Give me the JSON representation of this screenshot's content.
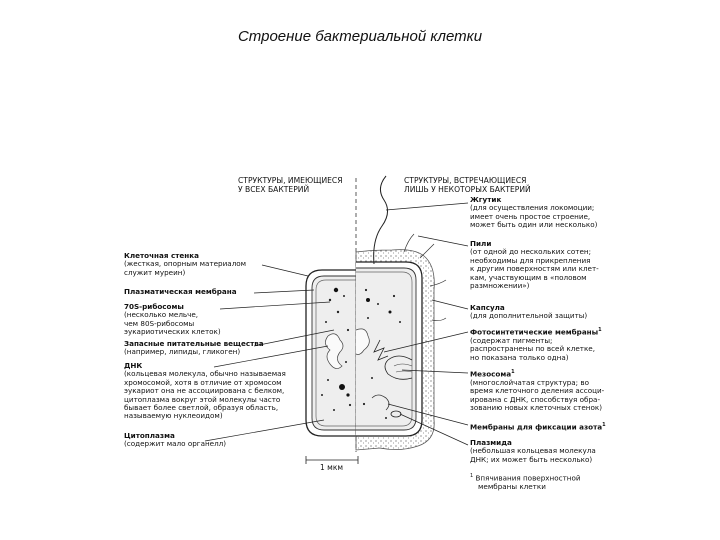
{
  "title": "Строение бактериальной клетки",
  "headers": {
    "left": [
      "СТРУКТУРЫ, ИМЕЮЩИЕСЯ",
      "У ВСЕХ БАКТЕРИЙ"
    ],
    "right": [
      "СТРУКТУРЫ, ВСТРЕЧАЮЩИЕСЯ",
      "ЛИШЬ У НЕКОТОРЫХ БАКТЕРИЙ"
    ]
  },
  "left_labels": [
    {
      "name": "Клеточная стенка",
      "desc": [
        "(жесткая, опорным материалом",
        "служит муреин)"
      ]
    },
    {
      "name": "Плазматическая мембрана",
      "desc": []
    },
    {
      "name": "70S-рибосомы",
      "desc": [
        "(несколько мельче,",
        "чем 80S-рибосомы",
        "эукариотических клеток)"
      ]
    },
    {
      "name": "Запасные питательные вещества",
      "desc": [
        "(например, липиды, гликоген)"
      ]
    },
    {
      "name": "ДНК",
      "desc": [
        "(кольцевая молекула, обычно называемая",
        "хромосомой, хотя в отличие от хромосом",
        "эукариот она не ассоциирована с белком,",
        "цитоплазма вокруг этой молекулы часто",
        "бывает более светлой, образуя область,",
        "называемую нуклеоидом)"
      ]
    },
    {
      "name": "Цитоплазма",
      "desc": [
        "(содержит мало органелл)"
      ]
    }
  ],
  "right_labels": [
    {
      "name": "Жгутик",
      "desc": [
        "(для осуществления локомоции;",
        "имеет очень простое строение,",
        "может быть один или несколько)"
      ]
    },
    {
      "name": "Пили",
      "desc": [
        "(от одной до нескольких сотен;",
        "необходимы для прикрепления",
        "к другим поверхностям или клет-",
        "кам, участвующим в «половом",
        "размножении»)"
      ]
    },
    {
      "name": "Капсула",
      "desc": [
        "(для дополнительной защиты)"
      ]
    },
    {
      "name": "Фотосинтетические мембраны",
      "sup": "1",
      "desc": [
        "(содержат пигменты;",
        "распространены по всей клетке,",
        "но показана только одна)"
      ]
    },
    {
      "name": "Мезосома",
      "sup": "1",
      "desc": [
        "(многослойчатая структура; во",
        "время клеточного деления ассоци-",
        "ирована с ДНК, способствуя обра-",
        "зованию новых клеточных стенок)"
      ]
    },
    {
      "name": "Мембраны для фиксации азота",
      "sup": "1",
      "desc": []
    },
    {
      "name": "Плазмида",
      "desc": [
        "(небольшая кольцевая молекула",
        "ДНК; их может быть несколько)"
      ]
    }
  ],
  "footnote": {
    "mark": "1",
    "lines": [
      "Впячивания поверхностной",
      "мембраны клетки"
    ]
  },
  "scale_bar": "1 мкм"
}
